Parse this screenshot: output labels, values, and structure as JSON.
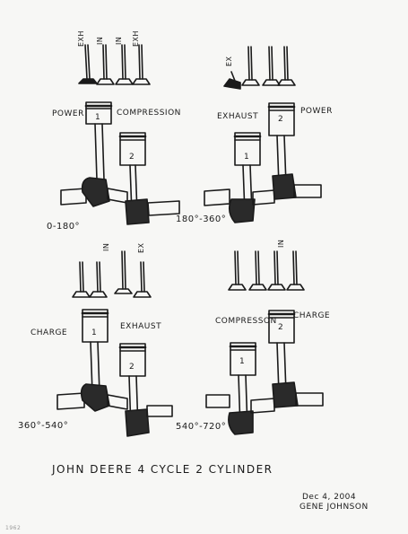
{
  "title": "JOHN DEERE 4 CYCLE   2 CYLINDER",
  "date": "Dec 4, 2004",
  "author": "GENE JOHNSON",
  "corner_mark": "1962",
  "panels": [
    {
      "id": "p1",
      "range": "0-180°",
      "valve_labels": [
        "EXH",
        "IN",
        "IN",
        "EXH"
      ],
      "stroke_left": "POWER",
      "stroke_right": "COMPRESSION",
      "piston_numbers": [
        "1",
        "2"
      ]
    },
    {
      "id": "p2",
      "range": "180°-360°",
      "valve_labels": [
        "EX"
      ],
      "stroke_left": "EXHAUST",
      "stroke_right": "POWER",
      "piston_numbers": [
        "1",
        "2"
      ]
    },
    {
      "id": "p3",
      "range": "360°-540°",
      "valve_labels": [
        "IN",
        "EX"
      ],
      "stroke_left": "CHARGE",
      "stroke_right": "EXHAUST",
      "piston_numbers": [
        "1",
        "2"
      ]
    },
    {
      "id": "p4",
      "range": "540°-720°",
      "valve_labels": [
        "IN"
      ],
      "stroke_left": "COMPRESSON",
      "stroke_right": "CHARGE",
      "piston_numbers": [
        "1",
        "2"
      ]
    }
  ]
}
